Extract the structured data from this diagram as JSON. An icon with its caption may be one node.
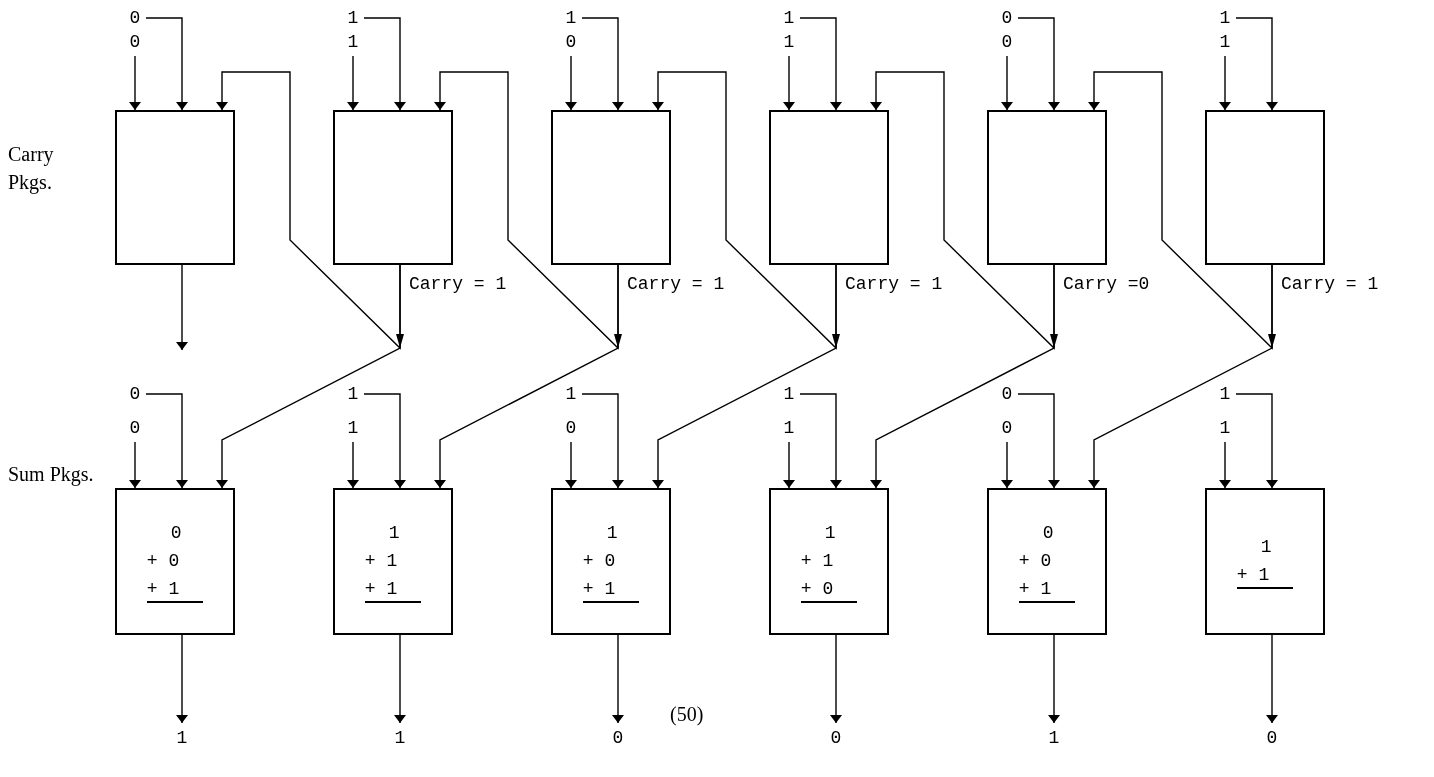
{
  "diagram": {
    "nodes": [
      {
        "text": [
          "0"
        ]
      },
      {
        "text": [
          "0"
        ]
      },
      {
        "text": [
          "1"
        ]
      },
      {
        "text": [
          "1"
        ]
      },
      {
        "text": [
          "1"
        ]
      },
      {
        "text": [
          "0"
        ]
      },
      {
        "text": [
          "1"
        ]
      },
      {
        "text": [
          "1"
        ]
      },
      {
        "text": [
          "0"
        ]
      },
      {
        "text": [
          "0"
        ]
      },
      {
        "text": [
          "1"
        ]
      },
      {
        "text": [
          "1"
        ]
      },
      {
        "text": [],
        "shape": "box"
      },
      {
        "text": [],
        "shape": "box"
      },
      {
        "text": [],
        "shape": "box"
      },
      {
        "text": [],
        "shape": "box"
      },
      {
        "text": [],
        "shape": "box"
      },
      {
        "text": [],
        "shape": "box"
      },
      {
        "text": [
          "0"
        ]
      },
      {
        "text": [
          "0"
        ]
      },
      {
        "text": [
          "1"
        ]
      },
      {
        "text": [
          "1"
        ]
      },
      {
        "text": [
          "1"
        ]
      },
      {
        "text": [
          "0"
        ]
      },
      {
        "text": [
          "1"
        ]
      },
      {
        "text": [
          "1"
        ]
      },
      {
        "text": [
          "0"
        ]
      },
      {
        "text": [
          "0"
        ]
      },
      {
        "text": [
          "1"
        ]
      },
      {
        "text": [
          "1"
        ]
      },
      {
        "text": [
          "0",
          "+ 0",
          "+ 1"
        ]
      },
      {
        "text": [
          "1",
          "+ 1",
          "+ 1"
        ]
      },
      {
        "text": [
          "1",
          "+ 0",
          "+ 1"
        ]
      },
      {
        "text": [
          "1",
          "+ 1",
          "+ 0"
        ]
      },
      {
        "text": [
          "0",
          "+ 0",
          "+ 1"
        ]
      },
      {
        "text": [
          "1",
          "+ 1"
        ]
      },
      {
        "text": [
          "1"
        ]
      },
      {
        "text": [
          "1"
        ]
      },
      {
        "text": [
          "0"
        ]
      },
      {
        "text": [
          "0"
        ]
      },
      {
        "text": [
          "1"
        ]
      },
      {
        "text": [
          "0"
        ]
      }
    ],
    "edges": [
      {
        "from": 0,
        "to": 12,
        "arrow": "to"
      },
      {
        "from": 1,
        "to": 12,
        "arrow": "to"
      },
      {
        "from": 2,
        "to": 13,
        "arrow": "to"
      },
      {
        "from": 3,
        "to": 13,
        "arrow": "to"
      },
      {
        "from": 4,
        "to": 14,
        "arrow": "to"
      },
      {
        "from": 5,
        "to": 14,
        "arrow": "to"
      },
      {
        "from": 6,
        "to": 15,
        "arrow": "to"
      },
      {
        "from": 7,
        "to": 15,
        "arrow": "to"
      },
      {
        "from": 8,
        "to": 16,
        "arrow": "to"
      },
      {
        "from": 9,
        "to": 16,
        "arrow": "to"
      },
      {
        "from": 10,
        "to": 17,
        "arrow": "to"
      },
      {
        "from": 11,
        "to": 17,
        "arrow": "to"
      },
      {
        "from": 12,
        "to": null,
        "arrow": "to"
      },
      {
        "from": 13,
        "to": 12,
        "arrow": "to",
        "label": "Carry = 1"
      },
      {
        "from": 13,
        "to": 30,
        "arrow": "to"
      },
      {
        "from": 14,
        "to": 13,
        "arrow": "to",
        "label": "Carry = 1"
      },
      {
        "from": 14,
        "to": 31,
        "arrow": "to"
      },
      {
        "from": 15,
        "to": 14,
        "arrow": "to",
        "label": "Carry = 1"
      },
      {
        "from": 15,
        "to": 32,
        "arrow": "to"
      },
      {
        "from": 16,
        "to": 15,
        "arrow": "to",
        "label": "Carry =0"
      },
      {
        "from": 16,
        "to": 33,
        "arrow": "to"
      },
      {
        "from": 17,
        "to": 16,
        "arrow": "to",
        "label": "Carry = 1"
      },
      {
        "from": 17,
        "to": 34,
        "arrow": "to"
      },
      {
        "from": 18,
        "to": 30,
        "arrow": "to"
      },
      {
        "from": 19,
        "to": 30,
        "arrow": "to"
      },
      {
        "from": 20,
        "to": 31,
        "arrow": "to"
      },
      {
        "from": 21,
        "to": 31,
        "arrow": "to"
      },
      {
        "from": 22,
        "to": 32,
        "arrow": "to"
      },
      {
        "from": 23,
        "to": 32,
        "arrow": "to"
      },
      {
        "from": 24,
        "to": 33,
        "arrow": "to"
      },
      {
        "from": 25,
        "to": 33,
        "arrow": "to"
      },
      {
        "from": 26,
        "to": 34,
        "arrow": "to"
      },
      {
        "from": 27,
        "to": 34,
        "arrow": "to"
      },
      {
        "from": 28,
        "to": 35,
        "arrow": "to"
      },
      {
        "from": 29,
        "to": 35,
        "arrow": "to"
      },
      {
        "from": 30,
        "to": 36,
        "arrow": "to"
      },
      {
        "from": 31,
        "to": 37,
        "arrow": "to"
      },
      {
        "from": 32,
        "to": 38,
        "arrow": "to"
      },
      {
        "from": 33,
        "to": 39,
        "arrow": "to"
      },
      {
        "from": 34,
        "to": 40,
        "arrow": "to"
      },
      {
        "from": 35,
        "to": 41,
        "arrow": "to"
      }
    ],
    "labels": [
      "Carry Pkgs.",
      "Sum Pkgs.",
      "(50)"
    ]
  }
}
